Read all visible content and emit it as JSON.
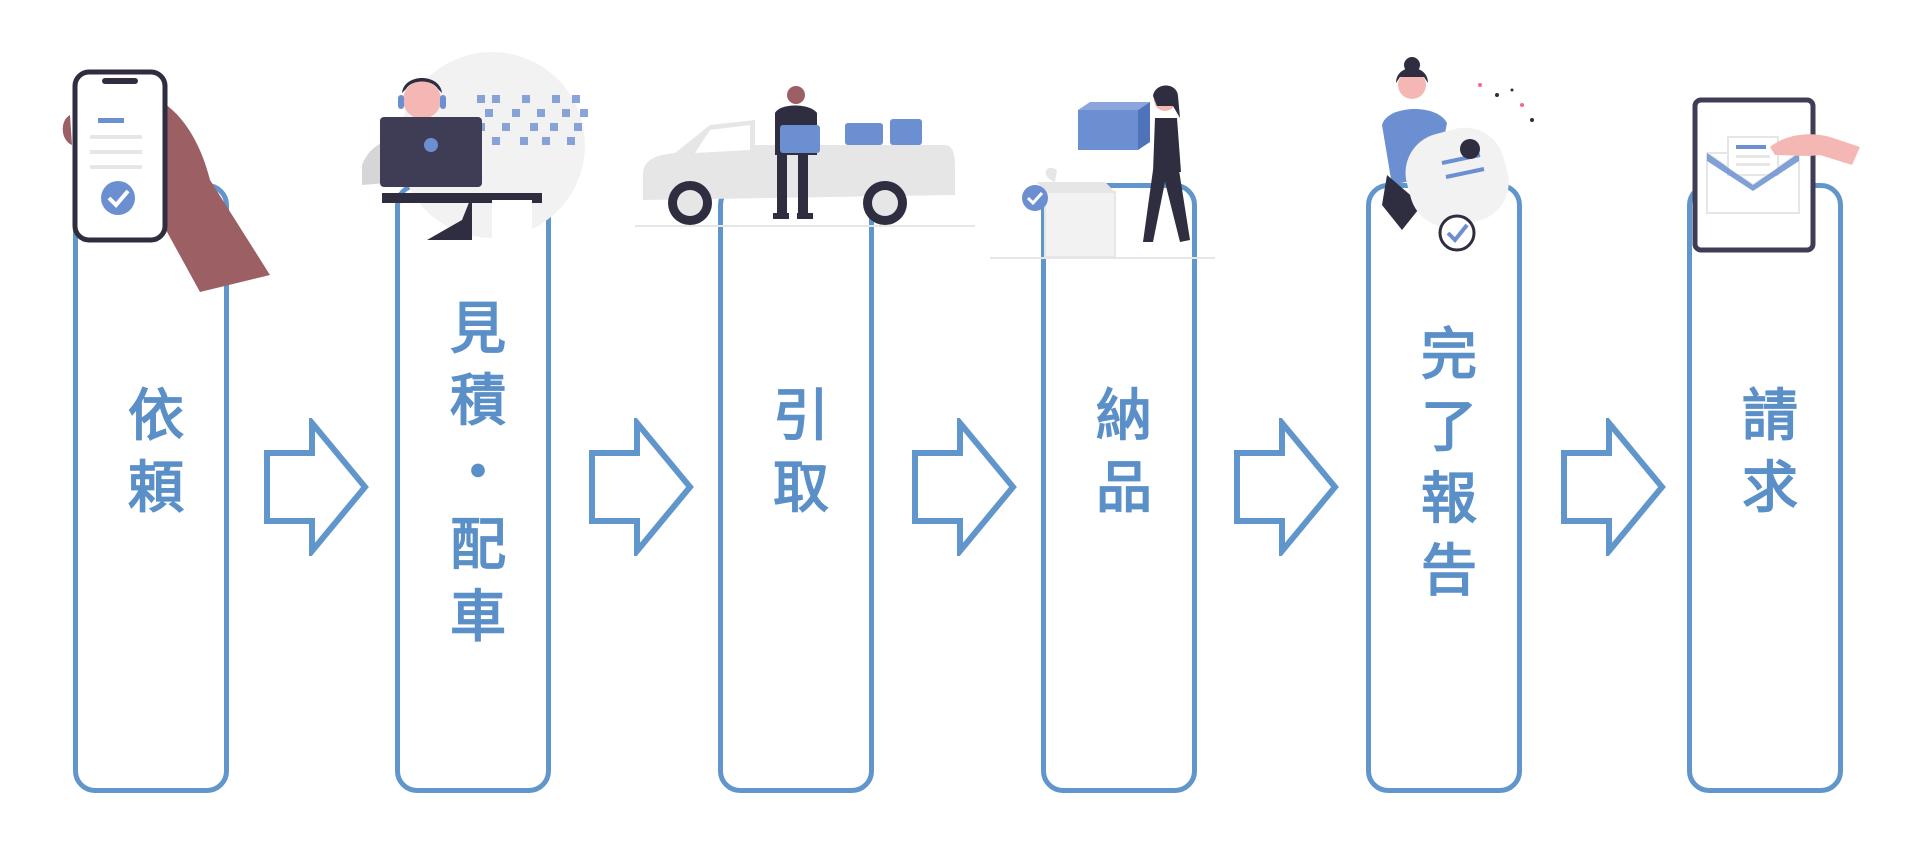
{
  "colors": {
    "accent": "#6196cc",
    "text": "#5b8fc7",
    "illustration_blue": "#6c8fd1",
    "dark": "#2f2e41",
    "skin": "#f5b7b4",
    "light_gray": "#e6e6e6"
  },
  "steps": [
    {
      "label": "依\n頼",
      "icon": "phone-in-hand-icon"
    },
    {
      "label": "見\n積\n・\n配\n車",
      "icon": "operator-at-laptop-icon"
    },
    {
      "label": "引\n取",
      "icon": "truck-with-boxes-icon"
    },
    {
      "label": "納\n品",
      "icon": "person-carrying-box-icon"
    },
    {
      "label": "完\n了\n報\n告",
      "icon": "completion-report-icon"
    },
    {
      "label": "請\n求",
      "icon": "invoice-tablet-icon"
    }
  ],
  "arrows": [
    {
      "icon": "right-arrow-icon"
    },
    {
      "icon": "right-arrow-icon"
    },
    {
      "icon": "right-arrow-icon"
    },
    {
      "icon": "right-arrow-icon"
    },
    {
      "icon": "right-arrow-icon"
    }
  ]
}
